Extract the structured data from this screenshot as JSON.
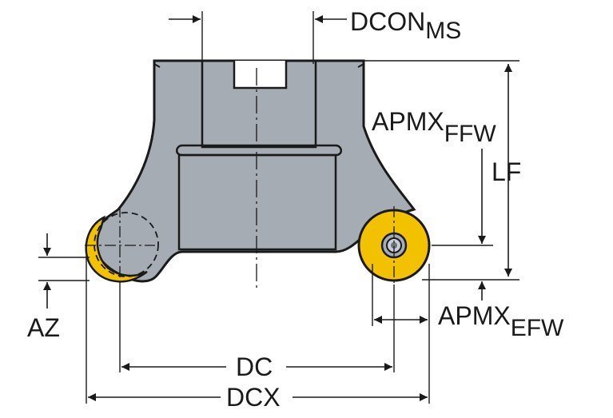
{
  "labels": {
    "dcon": {
      "main": "DCON",
      "sub": "MS"
    },
    "apmx_ffw": {
      "main": "APMX",
      "sub": "FFW"
    },
    "lf": "LF",
    "az": "AZ",
    "apmx_efw": {
      "main": "APMX",
      "sub": "EFW"
    },
    "dc": "DC",
    "dcx": "DCX"
  },
  "colors": {
    "body_fill": "#a6acb4",
    "insert_fill": "#f2c200",
    "outline": "#1a1a1a",
    "background": "#ffffff"
  }
}
